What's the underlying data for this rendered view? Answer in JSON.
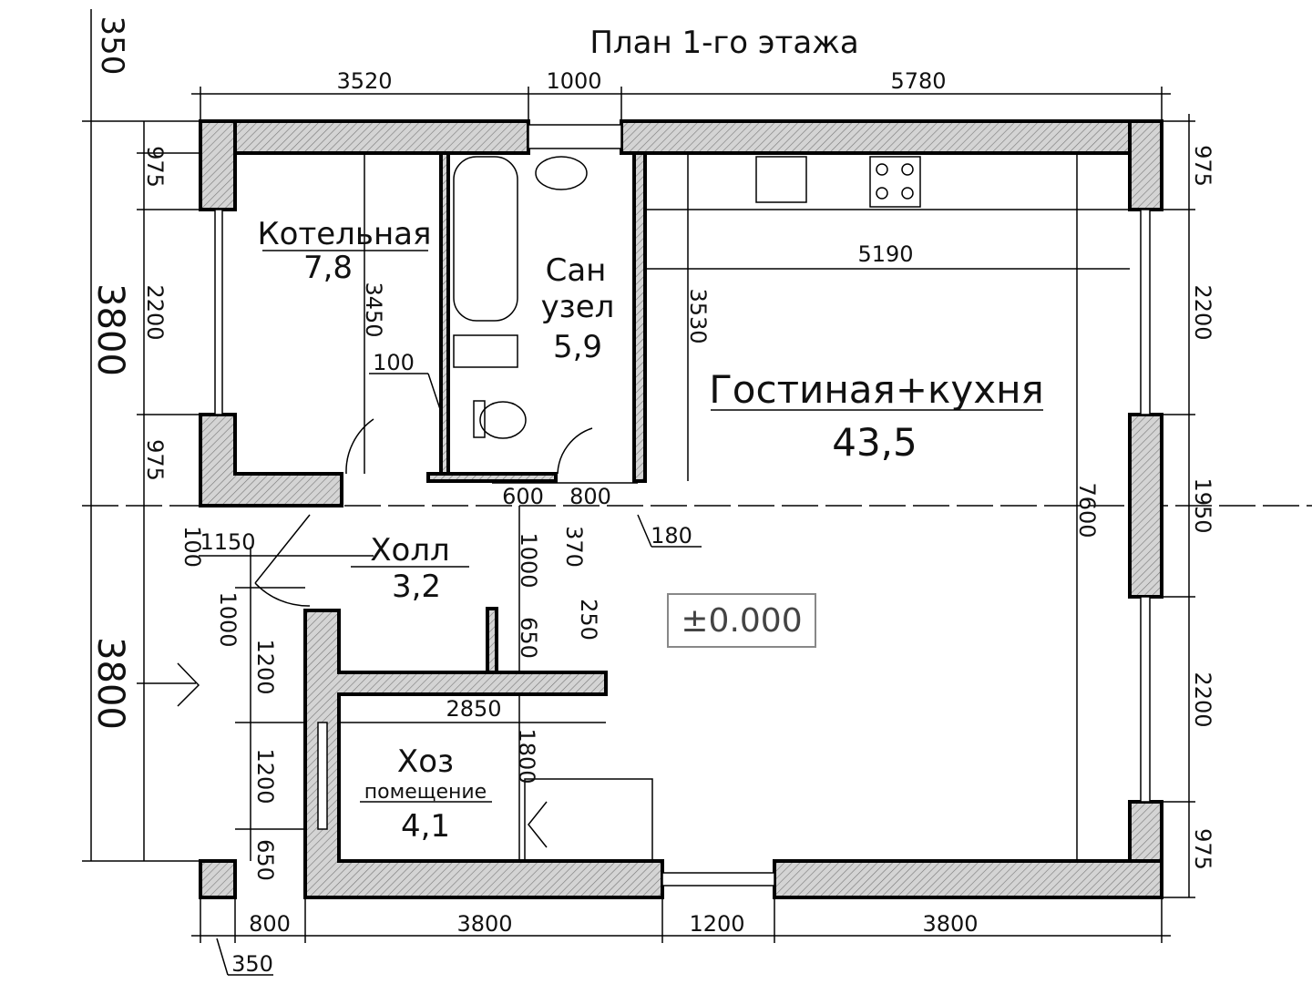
{
  "title": "План 1-го этажа",
  "rooms": {
    "boiler": {
      "name": "Котельная",
      "area": "7,8"
    },
    "bath": {
      "name1": "Сан",
      "name2": "узел",
      "area": "5,9"
    },
    "living": {
      "name": "Гостиная+кухня",
      "area": "43,5"
    },
    "hall": {
      "name": "Холл",
      "area": "3,2"
    },
    "utility": {
      "name1": "Хоз",
      "name2": "помещение",
      "area": "4,1"
    }
  },
  "level_mark": "±0.000",
  "dims": {
    "top": [
      "3520",
      "1000",
      "5780"
    ],
    "right": [
      "975",
      "2200",
      "1950",
      "2200",
      "975"
    ],
    "left_outer": [
      "350",
      "3800",
      "3800"
    ],
    "left_inner": [
      "975",
      "2200",
      "975"
    ],
    "bottom": [
      "800",
      "3800",
      "1200",
      "3800",
      "350"
    ],
    "interior": {
      "boiler_h": "3450",
      "boiler_wall": "100",
      "kitchen_w": "5190",
      "kitchen_h": "3530",
      "living_h": "7600",
      "d600": "600",
      "d800": "800",
      "d180": "180",
      "d370": "370",
      "d1000": "1000",
      "d250": "250",
      "d650": "650",
      "d1150": "1150",
      "d100": "100",
      "d1000b": "1000",
      "d1200a": "1200",
      "d2850": "2850",
      "d1800": "1800",
      "d1200b": "1200",
      "d650b": "650"
    }
  }
}
